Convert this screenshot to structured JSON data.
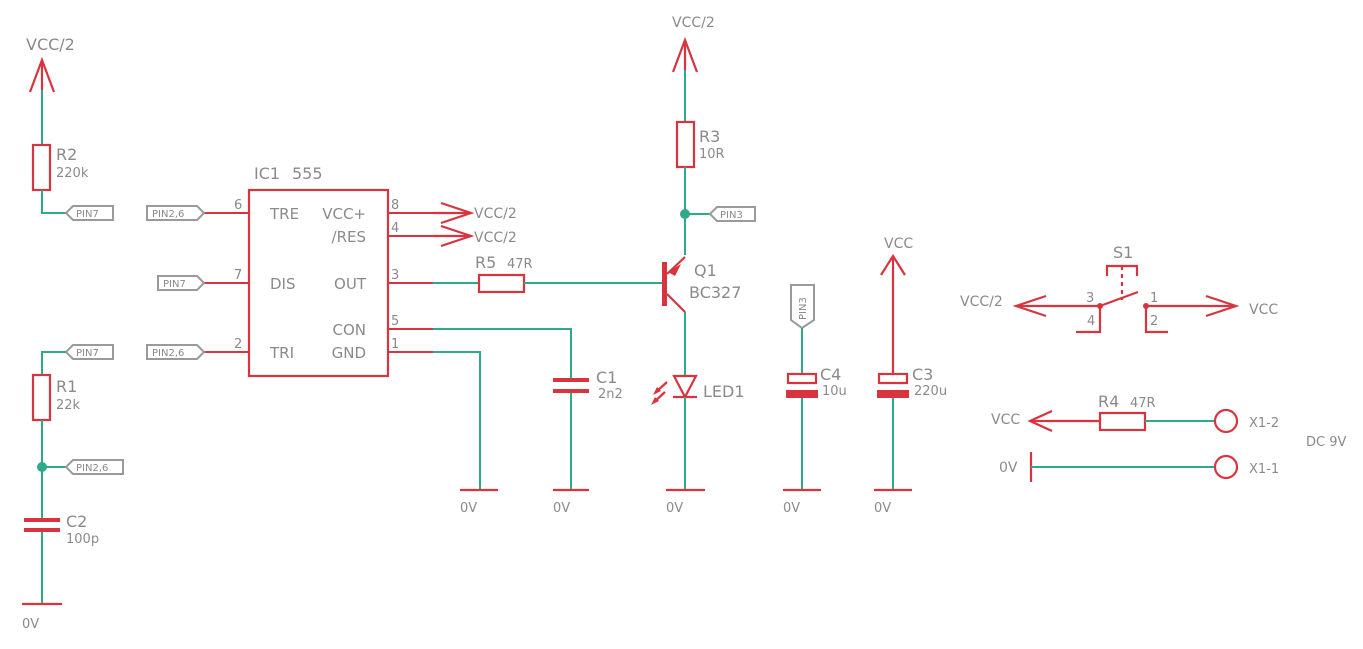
{
  "supply": {
    "vcc2": "VCC/2",
    "vcc": "VCC",
    "gnd": "0V"
  },
  "tags": {
    "pin7": "PIN7",
    "pin26": "PIN2,6",
    "pin3": "PIN3"
  },
  "ic1": {
    "name": "IC1",
    "value": "555",
    "left_pins": [
      {
        "num": "6",
        "label": "TRE"
      },
      {
        "num": "7",
        "label": "DIS"
      },
      {
        "num": "2",
        "label": "TRI"
      }
    ],
    "right_pins": [
      {
        "num": "8",
        "label": "VCC+"
      },
      {
        "num": "4",
        "label": "/RES"
      },
      {
        "num": "3",
        "label": "OUT"
      },
      {
        "num": "5",
        "label": "CON"
      },
      {
        "num": "1",
        "label": "GND"
      }
    ]
  },
  "r1": {
    "name": "R1",
    "value": "22k"
  },
  "r2": {
    "name": "R2",
    "value": "220k"
  },
  "r3": {
    "name": "R3",
    "value": "10R"
  },
  "r4": {
    "name": "R4",
    "value": "47R"
  },
  "r5": {
    "name": "R5",
    "value": "47R"
  },
  "c1": {
    "name": "C1",
    "value": "2n2"
  },
  "c2": {
    "name": "C2",
    "value": "100p"
  },
  "c3": {
    "name": "C3",
    "value": "220u"
  },
  "c4": {
    "name": "C4",
    "value": "10u"
  },
  "q1": {
    "name": "Q1",
    "value": "BC327"
  },
  "led1": {
    "name": "LED1"
  },
  "s1": {
    "name": "S1",
    "pin1": "1",
    "pin2": "2",
    "pin3": "3",
    "pin4": "4"
  },
  "x1": {
    "pin2": "X1-2",
    "pin1": "X1-1",
    "value": "DC 9V"
  }
}
